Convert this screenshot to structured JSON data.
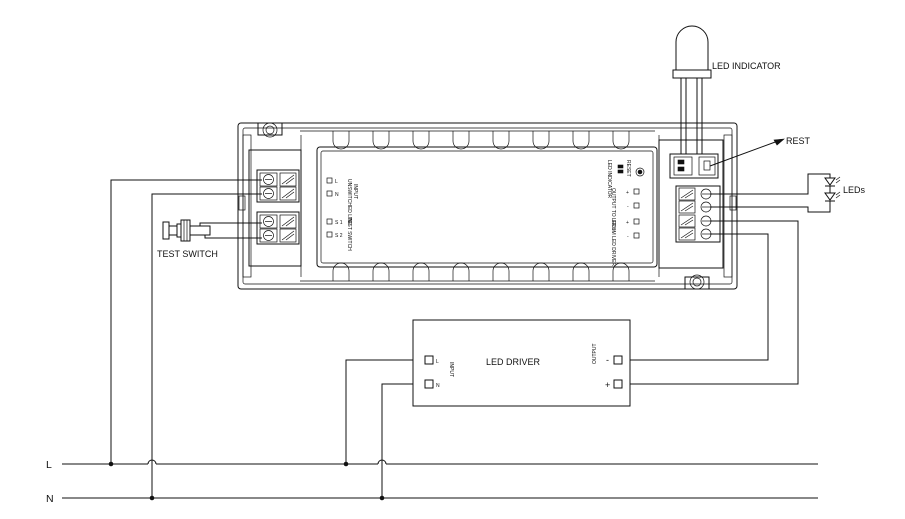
{
  "labels": {
    "led_indicator": "LED INDICATOR",
    "rest": "REST",
    "leds": "LEDs",
    "test_switch": "TEST SWITCH",
    "led_driver": "LED DRIVER",
    "line": "L",
    "neutral": "N"
  },
  "module": {
    "unswitched_line": "UNSWITCHED LINE",
    "input": "INPUT",
    "test_switch_small": "TEST SWITCH",
    "term_l": "L",
    "term_n": "N",
    "term_s1": "S 1",
    "term_s2": "S 2",
    "led_indicator_small": "LED INDICATOR",
    "reset_small": "RESET",
    "output_to_leds": "OUTPUT TO LEDs",
    "from_led_driver": "FROM LED DRIVER",
    "term_plus": "+",
    "term_minus": "-"
  },
  "driver": {
    "input": "INPUT",
    "output": "OUTPUT",
    "term_l": "L",
    "term_n": "N",
    "term_minus": "-",
    "term_plus": "+"
  },
  "colors": {
    "line": "#111111",
    "background": "#ffffff"
  }
}
